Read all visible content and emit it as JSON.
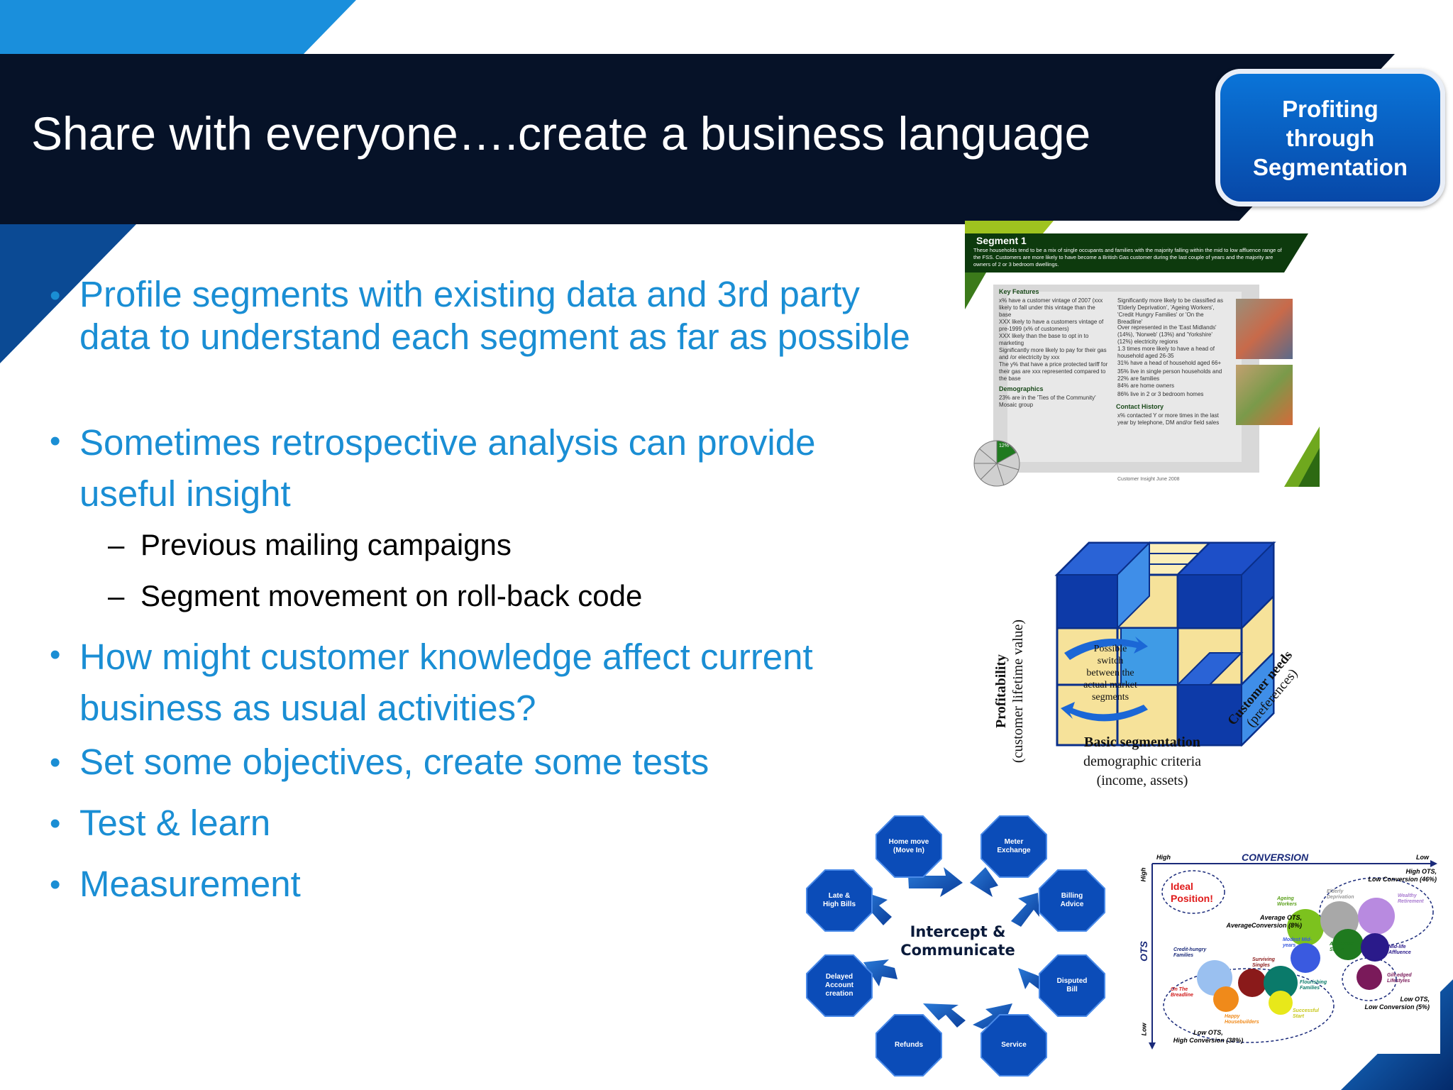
{
  "slide": {
    "title": "Share with everyone….create a business language",
    "badge": "Profiting\nthrough\nSegmentation"
  },
  "bullets": [
    {
      "text": "Profile segments with existing data and 3rd party data to understand each segment as far as possible"
    },
    {
      "text": "Sometimes retrospective analysis can provide useful insight",
      "subitems": [
        "Previous mailing campaigns",
        "Segment movement on roll-back code"
      ]
    },
    {
      "text": "How might customer knowledge affect current business as usual activities?"
    },
    {
      "text": "Set some objectives, create some tests"
    },
    {
      "text": "Test & learn"
    },
    {
      "text": "Measurement"
    }
  ],
  "segment_card": {
    "heading": "Segment 1",
    "intro": "These households tend to be a mix of single occupants and families with the majority falling within the mid to low affluence range of the FSS. Customers are more likely to have become a British Gas customer during the last couple of years and the majority are owners of 2 or 3 bedroom dwellings.",
    "key_features_label": "Key Features",
    "left_items": [
      "x% have a customer vintage of 2007 (xxx likely to fall under this vintage than the base",
      "XXX likely to have a customers vintage of pre-1999 (x% of customers)",
      "XXX likely than the base to opt in to marketing",
      "Significantly more likely to pay for their gas and /or electricity by xxx",
      "The y% that have a price protected tariff for their gas are xxx represented compared to the base"
    ],
    "demographics_label": "Demographics",
    "demographics_items": [
      "23% are in the 'Ties of the Community' Mosaic group"
    ],
    "right_items": [
      "Significantly more likely to be classified as 'Elderly Deprivation', 'Ageing Workers', 'Credit Hungry Families' or 'On the Breadline'",
      "Over represented in the 'East Midlands' (14%), 'Norweb' (13%) and 'Yorkshire' (12%) electricity regions",
      "1.3 times more likely to have a head of household aged 26-35",
      "31% have a head of household aged 66+",
      "35% live in single person households and 22% are families",
      "84% are home owners",
      "86% live in 2 or 3 bedroom homes"
    ],
    "contact_history_label": "Contact History",
    "contact_items": [
      "x% contacted Y or more times in the last year by telephone, DM and/or field sales"
    ],
    "pie_label": "12%",
    "footer": "Customer Insight June 2008"
  },
  "cube_diagram": {
    "y_axis_title": "Profitability",
    "y_axis_sub": "(customer lifetime value)",
    "z_axis_title": "Customer needs",
    "z_axis_sub": "(preferences)",
    "x_axis_title": "Basic segmentation",
    "x_axis_sub1": "demographic criteria",
    "x_axis_sub2": "(income, assets)",
    "center_text": [
      "Possible",
      "switch",
      "between the",
      "actual market",
      "segments"
    ]
  },
  "intercept_diagram": {
    "center": "Intercept &\nCommunicate",
    "nodes": [
      "Home move\n(Move In)",
      "Meter\nExchange",
      "Billing\nAdvice",
      "Disputed\nBill",
      "Service",
      "Refunds",
      "Delayed\nAccount\ncreation",
      "Late &\nHigh Bills"
    ]
  },
  "conversion_chart": {
    "top_title": "CONVERSION",
    "top_high": "High",
    "top_low": "Low",
    "left_title": "OTS",
    "left_high": "High",
    "left_low": "Low",
    "ideal": "Ideal\nPosition!",
    "annotations": {
      "high_ots_low_conv": "High OTS,\nLow Conversion (46%)",
      "avg": "Average OTS,\nAverageConversion (8%)",
      "low_ots_low_conv": "Low OTS,\nLow Conversion (5%)",
      "low_ots_high_conv": "Low OTS,\nHigh Conversion (38%)"
    },
    "segments": [
      "Ageing Workers",
      "Elderly Deprivation",
      "Wealthy Retirement",
      "Modest Mid-years",
      "Advanced Status",
      "Mid-life Affluence",
      "Credit-hungry Families",
      "Surviving Singles",
      "Flourishing Families",
      "Gilt-edged Lifestyles",
      "On The Breadline",
      "Happy Housebuilders",
      "Successful Start"
    ]
  }
}
